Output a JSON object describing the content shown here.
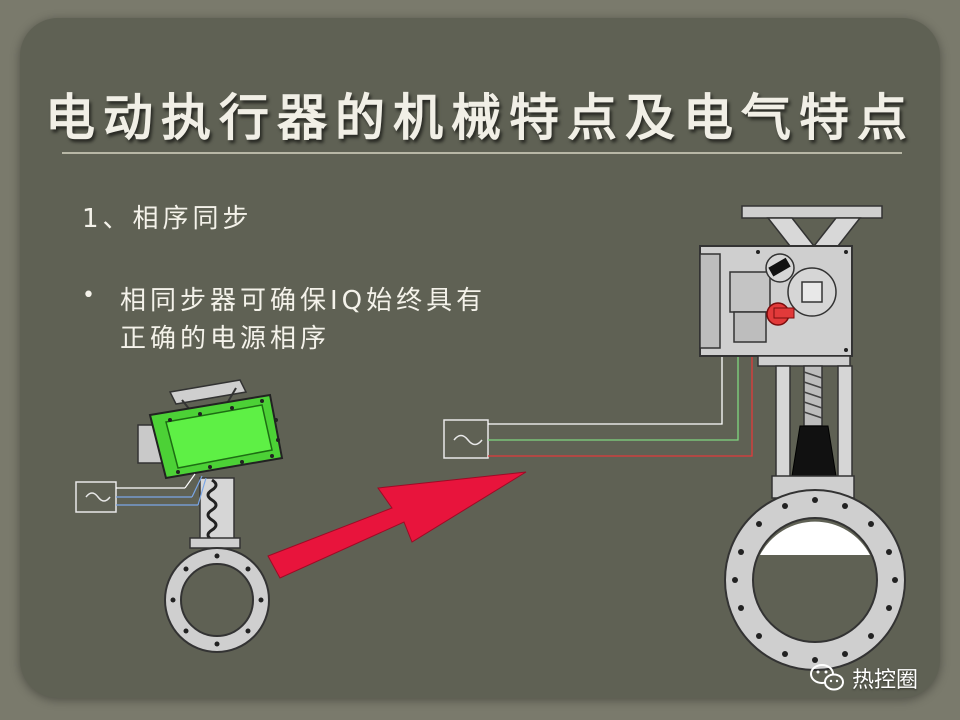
{
  "slide": {
    "title": "电动执行器的机械特点及电气特点",
    "section_heading": "1、相序同步",
    "bullet_symbol": "•",
    "bullet_line1": "相同步器可确保IQ始终具有",
    "bullet_line2": "正确的电源相序"
  },
  "watermark": {
    "text": "热控圈",
    "icon": "wechat-icon"
  },
  "colors": {
    "background": "#7a7a6c",
    "slide": "#5f6154",
    "text": "#f4f2ea",
    "arrow": "#e8143c",
    "actuator_green": "#4cd136",
    "wire_white": "#ffffff",
    "wire_green": "#7fd77f",
    "wire_red": "#e23a3a",
    "wire_blue": "#7aa6e6"
  }
}
